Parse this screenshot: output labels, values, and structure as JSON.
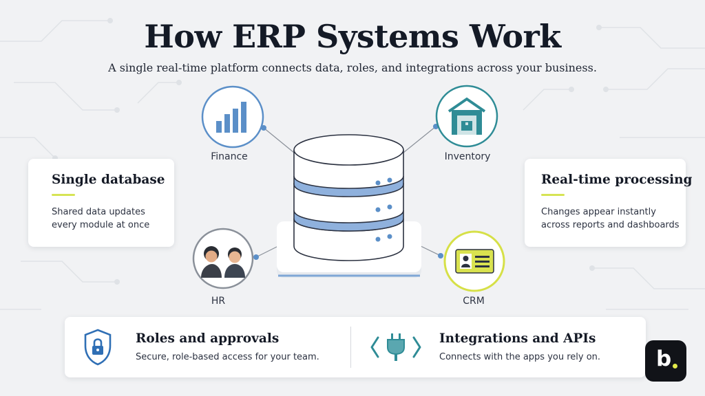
{
  "header": {
    "title": "How ERP Systems Work",
    "subtitle": "A single real-time platform connects data, roles, and integrations across your business."
  },
  "cards": {
    "single_database": {
      "title": "Single database",
      "body_line1": "Shared data updates",
      "body_line2": "every module at once"
    },
    "real_time": {
      "title": "Real-time processing",
      "body_line1": "Changes appear instantly",
      "body_line2": "across reports and dashboards"
    }
  },
  "modules": {
    "finance": {
      "label": "Finance",
      "icon": "bar-chart-icon",
      "color": "#5b8fc8"
    },
    "inventory": {
      "label": "Inventory",
      "icon": "warehouse-icon",
      "color": "#2f8c96"
    },
    "hr": {
      "label": "HR",
      "icon": "people-icon",
      "color": "#6b7280"
    },
    "crm": {
      "label": "CRM",
      "icon": "contact-card-icon",
      "color": "#d9e24f"
    }
  },
  "features": {
    "roles": {
      "title": "Roles and approvals",
      "body": "Secure, role-based access for your team.",
      "icon": "shield-lock-icon"
    },
    "integrations": {
      "title": "Integrations and APIs",
      "body": "Connects with the apps you rely on.",
      "icon": "plug-icon"
    }
  },
  "brand": {
    "letter": "b",
    "accent": "#e3ea4a",
    "primary": "#5b8fc8"
  }
}
